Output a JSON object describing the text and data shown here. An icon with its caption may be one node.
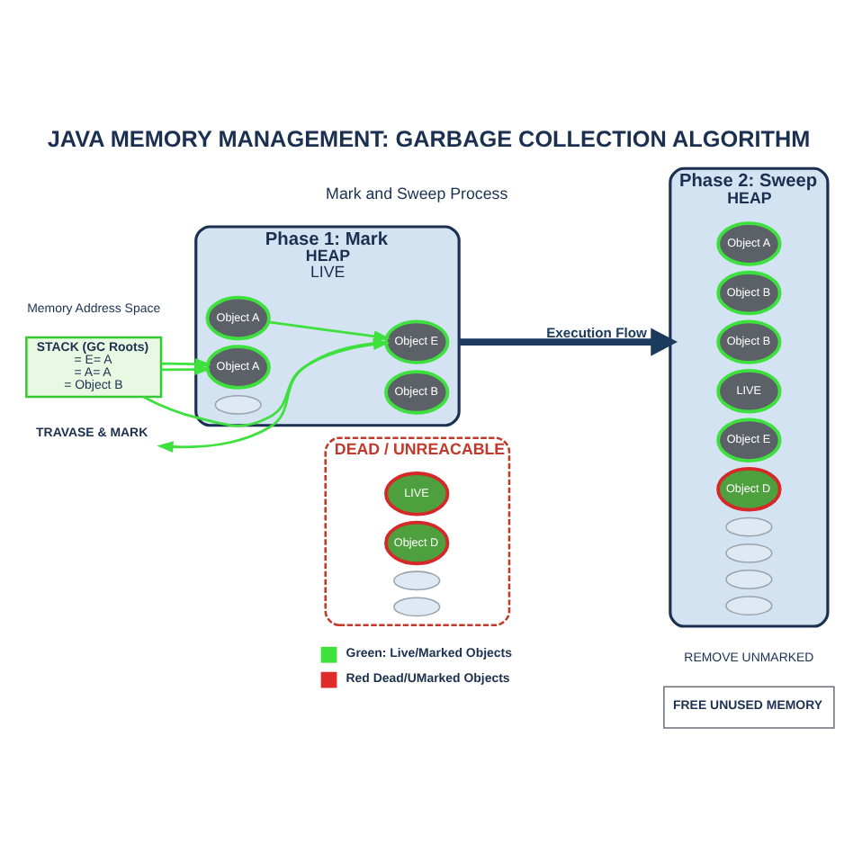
{
  "diagram": {
    "title": "JAVA MEMORY MANAGEMENT: GARBAGE COLLECTION ALGORITHM",
    "nodes": [
      {
        "text": [
          "STACK (GC Roots)",
          "= E= A",
          "= A= A",
          "= Object B"
        ]
      },
      {
        "text": [
          "Phase 1: Mark",
          "HEAP",
          "LIVE"
        ]
      },
      {
        "text": [
          "Object A"
        ],
        "in": 1
      },
      {
        "text": [
          "Object B"
        ],
        "in": 1
      },
      {
        "text": [
          "Object A"
        ],
        "in": 1
      },
      {
        "text": [
          "Object E"
        ],
        "in": 1
      },
      {
        "text": [],
        "shape": "ellipse",
        "in": 1
      },
      {
        "text": [
          "DEAD / UNREACABLE"
        ]
      },
      {
        "text": [
          "LIVE"
        ],
        "in": 7
      },
      {
        "text": [
          "Object D"
        ],
        "in": 7
      },
      {
        "text": [],
        "shape": "ellipse",
        "in": 7
      },
      {
        "text": [],
        "shape": "ellipse",
        "in": 7
      },
      {
        "text": [
          "TRAVASE & MARK"
        ]
      },
      {
        "text": [
          "Phase 2: Sweep",
          "HEAP"
        ]
      },
      {
        "text": [
          "Object A"
        ],
        "in": 13
      },
      {
        "text": [
          "Object B"
        ],
        "in": 13
      },
      {
        "text": [
          "Object B"
        ],
        "in": 13
      },
      {
        "text": [
          "LIVE"
        ],
        "in": 13
      },
      {
        "text": [
          "Object E"
        ],
        "in": 13
      },
      {
        "text": [
          "Object D"
        ],
        "in": 13
      },
      {
        "text": [],
        "shape": "ellipse",
        "in": 13
      },
      {
        "text": [],
        "shape": "ellipse",
        "in": 13
      },
      {
        "text": [],
        "shape": "ellipse",
        "in": 13
      },
      {
        "text": [],
        "shape": "ellipse",
        "in": 13
      },
      {
        "text": [
          "FREE UNUSED MEMORY"
        ]
      }
    ],
    "edges": [
      {
        "from": 0,
        "to": 4,
        "arrow": "to"
      },
      {
        "from": 0,
        "to": 4,
        "arrow": "to"
      },
      {
        "from": 0,
        "to": 5,
        "arrow": "to"
      },
      {
        "from": 2,
        "to": 5,
        "arrow": "to"
      },
      {
        "from": 5,
        "to": 12,
        "arrow": "to"
      },
      {
        "from": 1,
        "to": 13,
        "arrow": "to",
        "label": "Execution Flow",
        "style": "thick",
        "color": "#1b3a5c"
      }
    ],
    "labels": [
      "Mark and Sweep Process",
      "Memory Address Space",
      "REMOVE UNMARKED"
    ],
    "legend": [
      {
        "text": "Green: Live/Marked Objects",
        "color": "#3ee03e"
      },
      {
        "text": "Red Dead/UMarked Objects",
        "color": "#e02b2b"
      }
    ]
  }
}
